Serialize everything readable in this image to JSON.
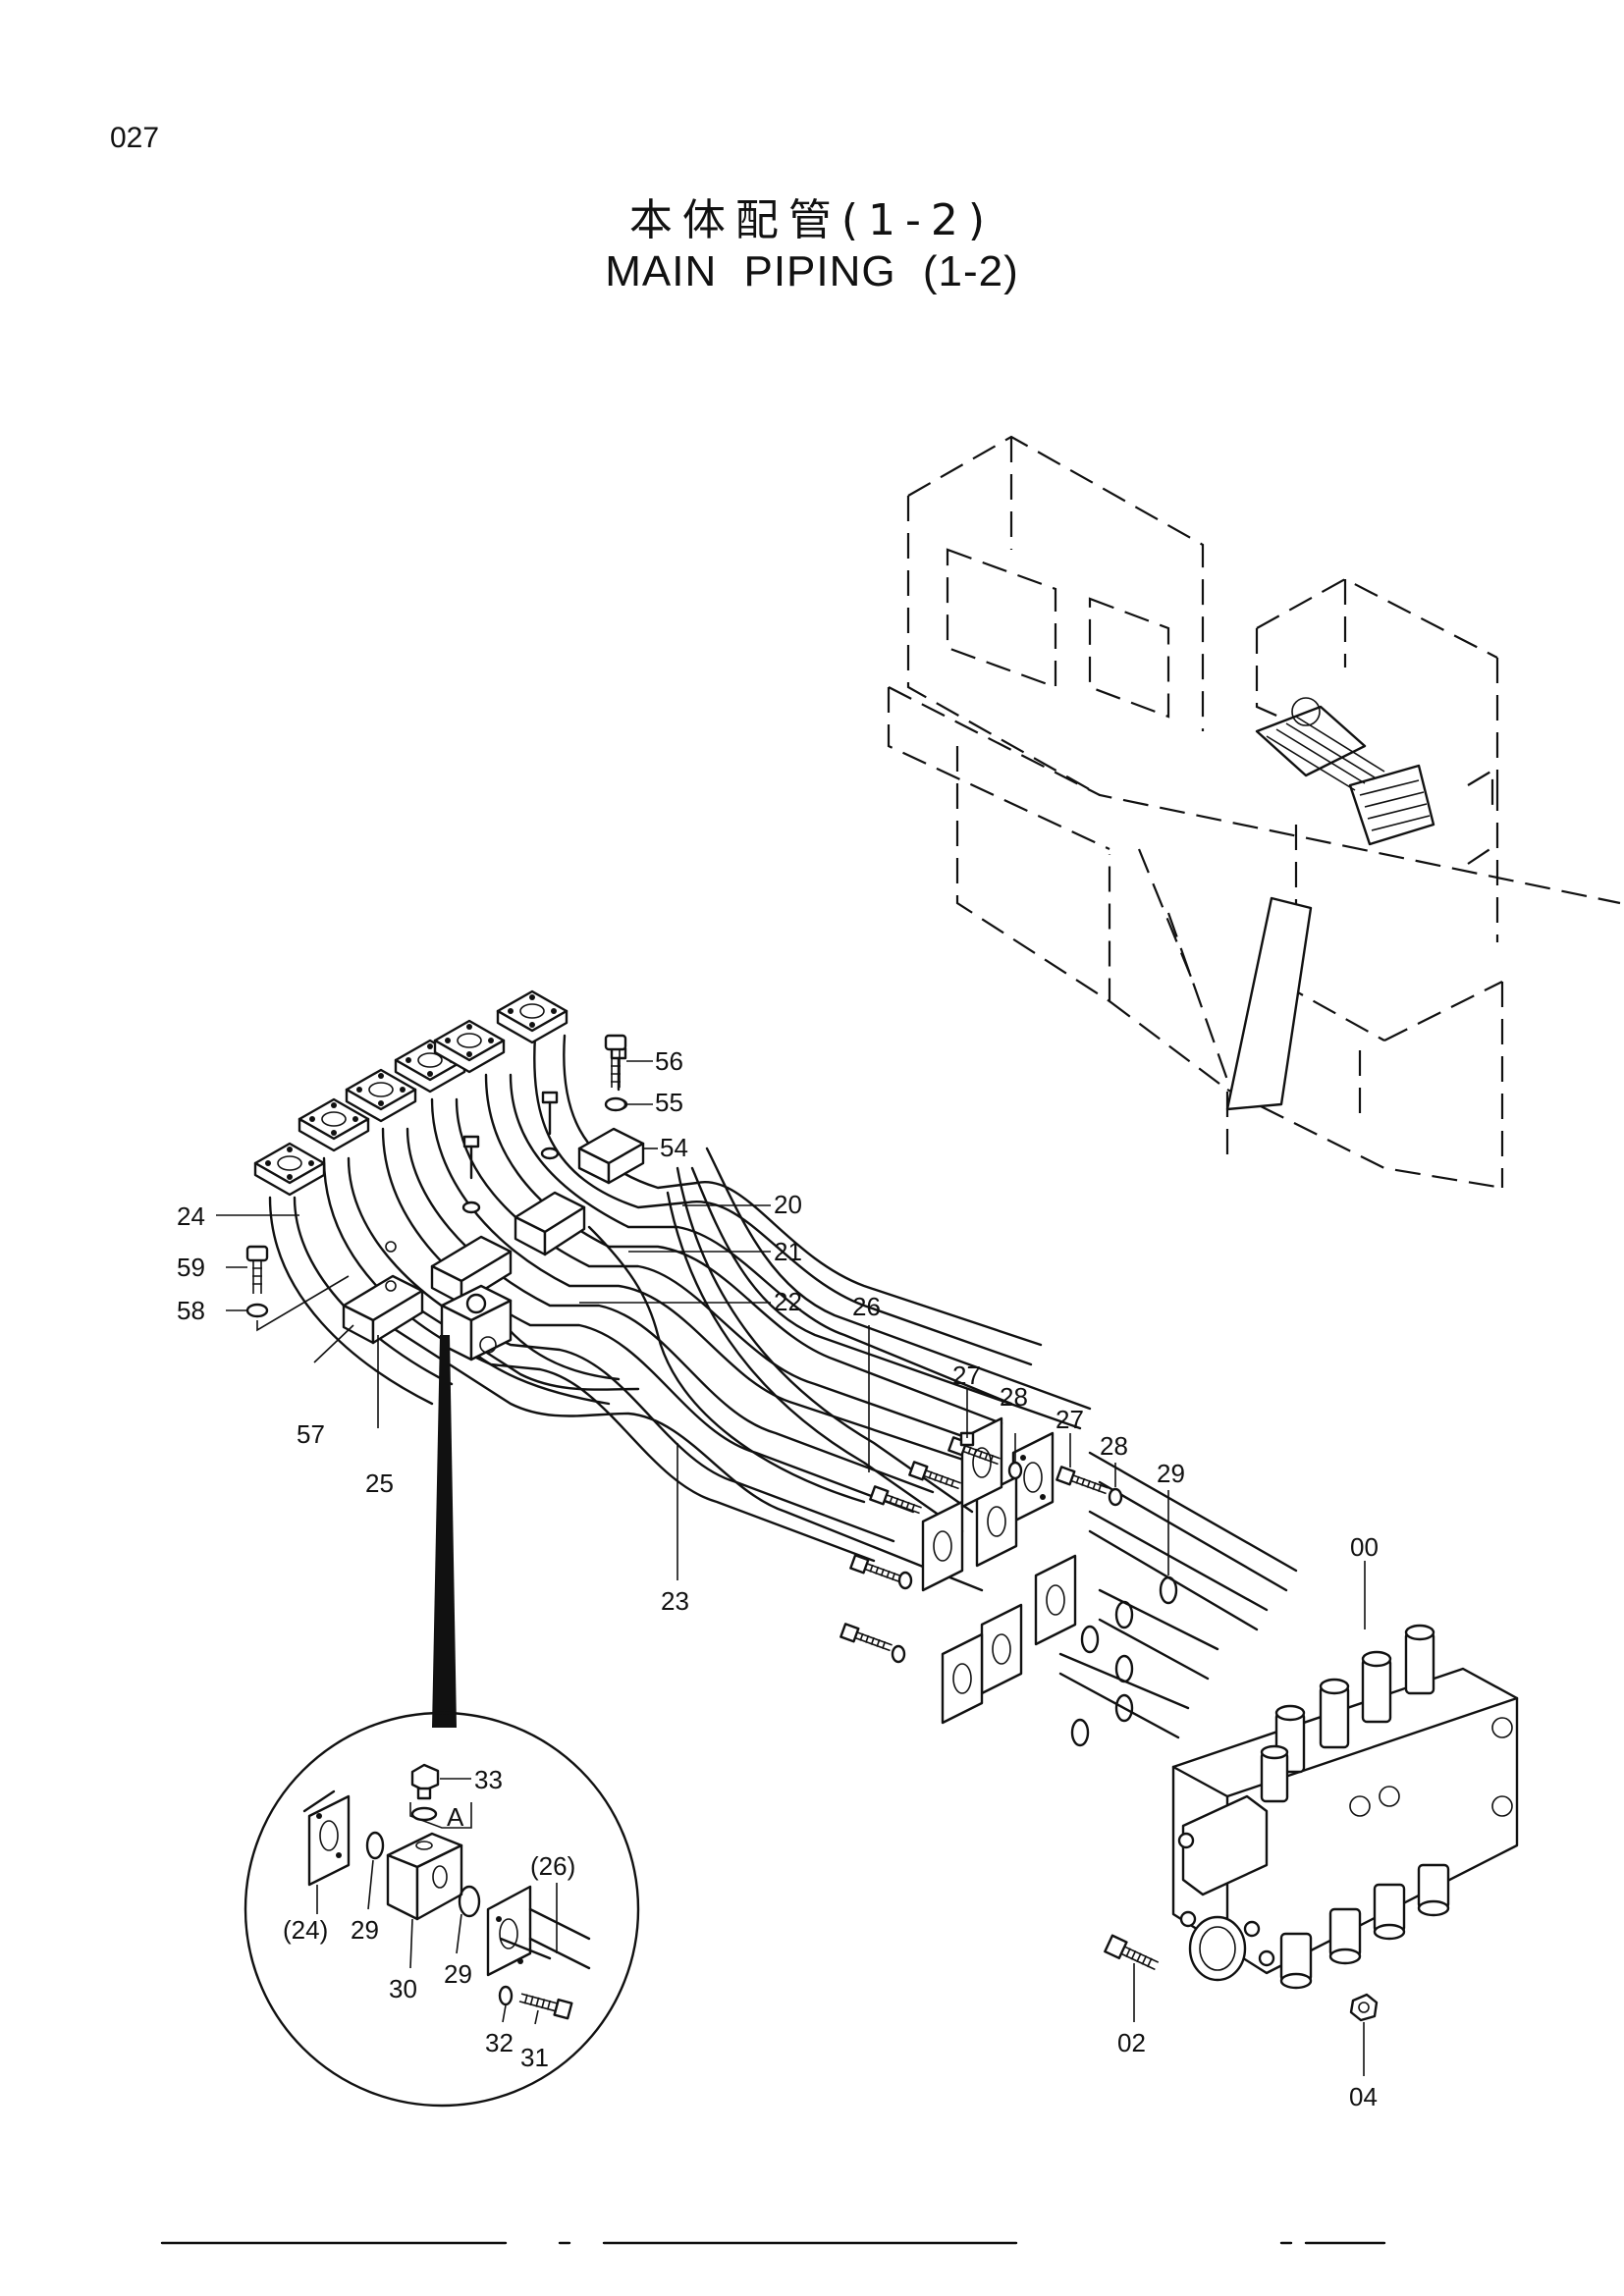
{
  "page_number": "027",
  "title": {
    "jp": "本体配管(1-2)",
    "en": "MAIN   PIPING (1-2)"
  },
  "callouts": [
    "56",
    "55",
    "54",
    "20",
    "21",
    "22",
    "24",
    "59",
    "58",
    "57",
    "25",
    "26",
    "27",
    "28",
    "27",
    "28",
    "29",
    "00",
    "23",
    "02",
    "04"
  ],
  "detail": {
    "label_a": "A",
    "callouts": [
      "33",
      "(26)",
      "(24)",
      "29",
      "30",
      "29",
      "32",
      "31"
    ]
  }
}
